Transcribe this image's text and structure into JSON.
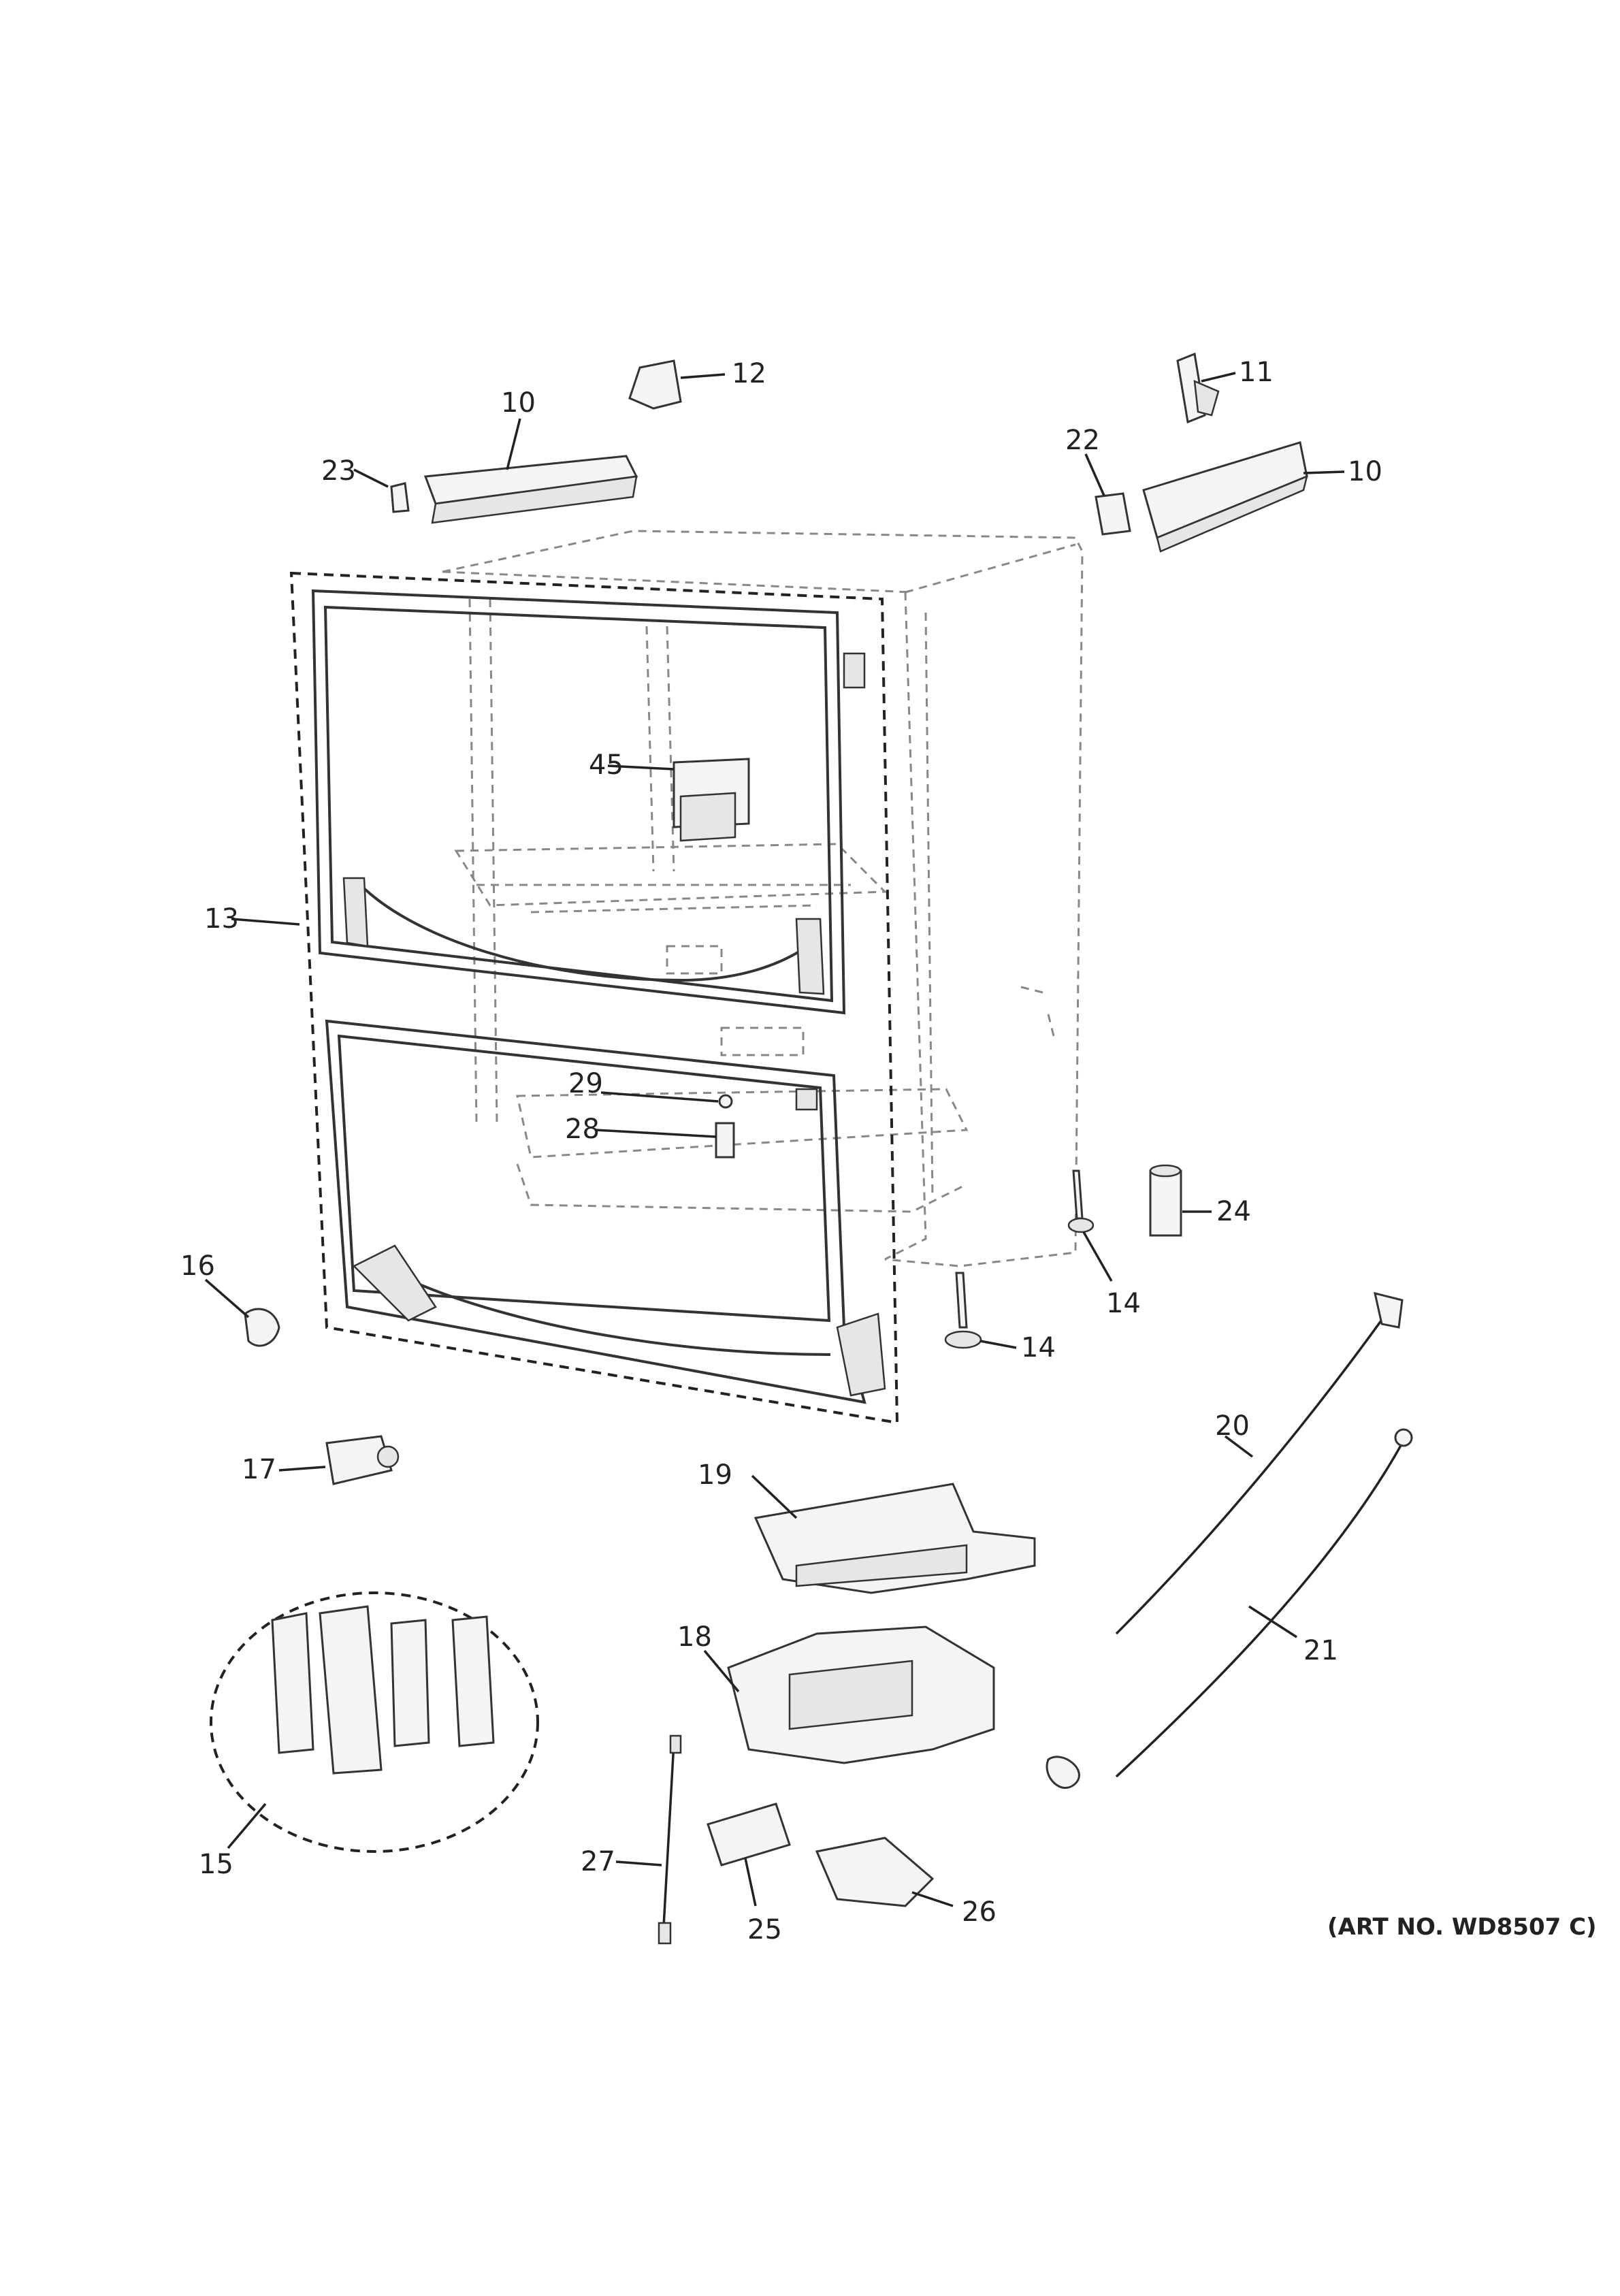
{
  "diagram": {
    "art_number": "(ART NO. WD8507 C)",
    "callouts": [
      {
        "id": "c10a",
        "label": "10"
      },
      {
        "id": "c10b",
        "label": "10"
      },
      {
        "id": "c11",
        "label": "11"
      },
      {
        "id": "c12",
        "label": "12"
      },
      {
        "id": "c13",
        "label": "13"
      },
      {
        "id": "c14a",
        "label": "14"
      },
      {
        "id": "c14b",
        "label": "14"
      },
      {
        "id": "c15",
        "label": "15"
      },
      {
        "id": "c16",
        "label": "16"
      },
      {
        "id": "c17",
        "label": "17"
      },
      {
        "id": "c18",
        "label": "18"
      },
      {
        "id": "c19",
        "label": "19"
      },
      {
        "id": "c20",
        "label": "20"
      },
      {
        "id": "c21",
        "label": "21"
      },
      {
        "id": "c22",
        "label": "22"
      },
      {
        "id": "c23",
        "label": "23"
      },
      {
        "id": "c24",
        "label": "24"
      },
      {
        "id": "c25",
        "label": "25"
      },
      {
        "id": "c26",
        "label": "26"
      },
      {
        "id": "c27",
        "label": "27"
      },
      {
        "id": "c28",
        "label": "28"
      },
      {
        "id": "c29",
        "label": "29"
      },
      {
        "id": "c45",
        "label": "45"
      }
    ]
  }
}
